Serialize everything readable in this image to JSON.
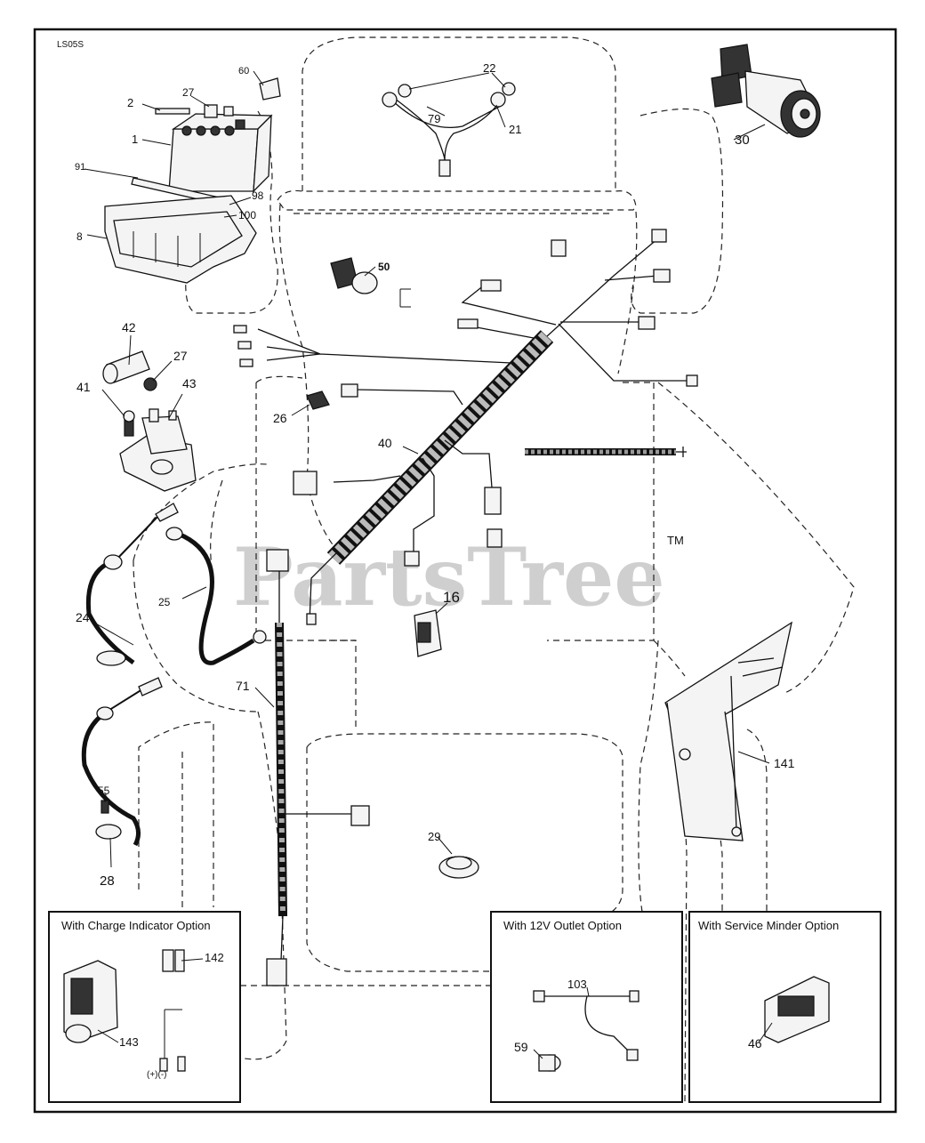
{
  "diagram": {
    "code": "LS05S",
    "watermark": "PartsTree",
    "trademark": "TM",
    "callouts": {
      "c1": "1",
      "c2": "2",
      "c8": "8",
      "c16": "16",
      "c21": "21",
      "c22": "22",
      "c24": "24",
      "c25": "25",
      "c26": "26",
      "c27a": "27",
      "c27b": "27",
      "c28": "28",
      "c29": "29",
      "c30": "30",
      "c40": "40",
      "c41": "41",
      "c42": "42",
      "c43": "43",
      "c46": "46",
      "c50": "50",
      "c55": "55",
      "c59": "59",
      "c60": "60",
      "c71": "71",
      "c79": "79",
      "c91": "91",
      "c98": "98",
      "c100": "100",
      "c103": "103",
      "c141": "141",
      "c142": "142",
      "c143": "143"
    },
    "options": {
      "charge": "With Charge Indicator Option",
      "outlet": "With 12V Outlet Option",
      "service": "With Service Minder Option"
    },
    "polarity": "(+)(-)"
  }
}
